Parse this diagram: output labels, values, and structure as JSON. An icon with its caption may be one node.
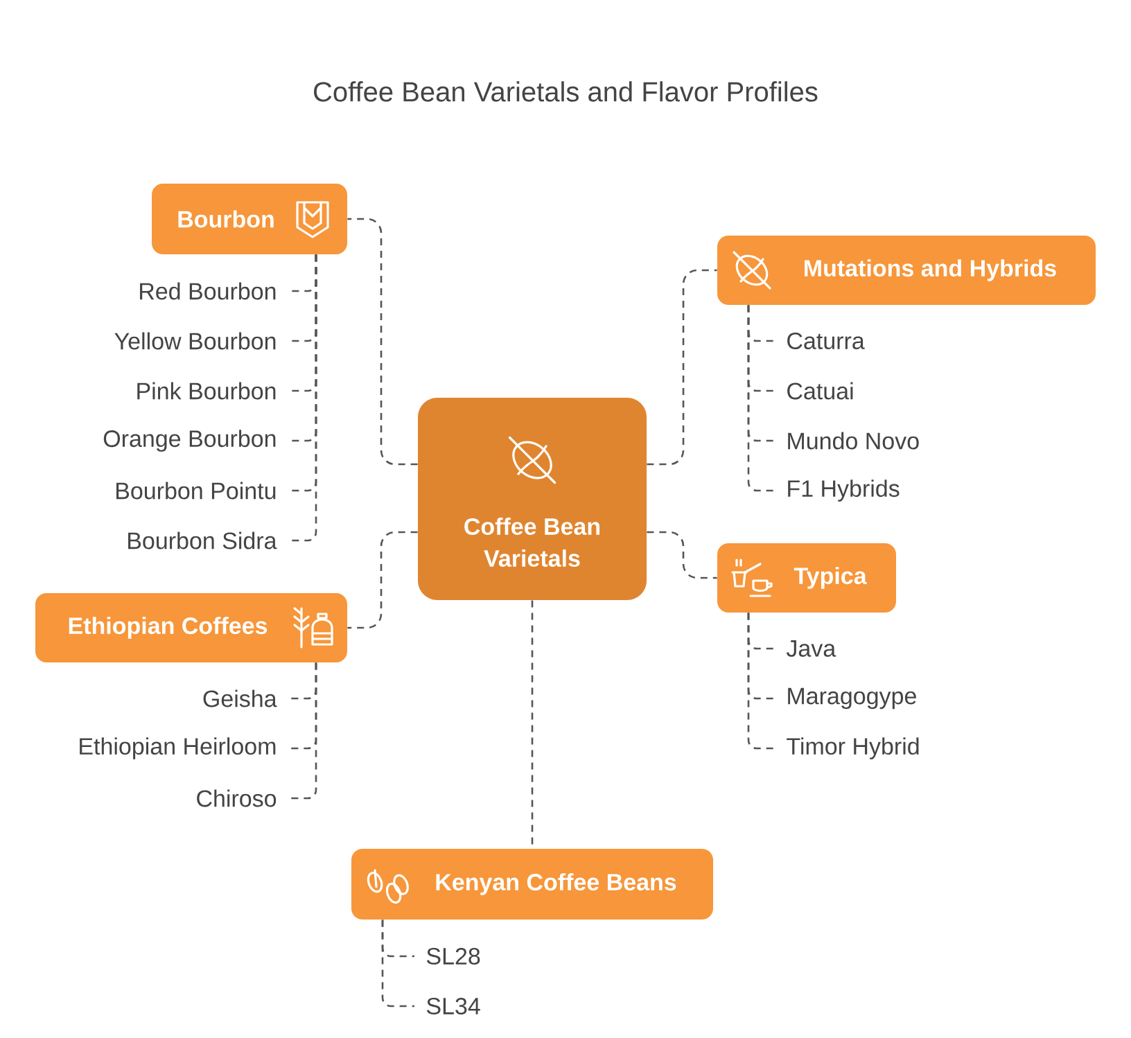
{
  "diagram": {
    "title": "Coffee Bean Varietals and Flavor Profiles",
    "nodes": [
      {
        "text": [
          "Coffee Bean Varietals"
        ]
      },
      {
        "text": [
          "Bourbon"
        ]
      },
      {
        "text": [
          "Red Bourbon"
        ]
      },
      {
        "text": [
          "Yellow Bourbon"
        ]
      },
      {
        "text": [
          "Pink Bourbon"
        ]
      },
      {
        "text": [
          "Orange Bourbon"
        ]
      },
      {
        "text": [
          "Bourbon Pointu"
        ]
      },
      {
        "text": [
          "Bourbon Sidra"
        ]
      },
      {
        "text": [
          "Mutations and Hybrids"
        ]
      },
      {
        "text": [
          "Caturra"
        ]
      },
      {
        "text": [
          "Catuai"
        ]
      },
      {
        "text": [
          "Mundo Novo"
        ]
      },
      {
        "text": [
          "F1 Hybrids"
        ]
      },
      {
        "text": [
          "Typica"
        ]
      },
      {
        "text": [
          "Java"
        ]
      },
      {
        "text": [
          "Maragogype"
        ]
      },
      {
        "text": [
          "Timor Hybrid"
        ]
      },
      {
        "text": [
          "Ethiopian Coffees"
        ]
      },
      {
        "text": [
          "Geisha"
        ]
      },
      {
        "text": [
          "Ethiopian Heirloom"
        ]
      },
      {
        "text": [
          "Chiroso"
        ]
      },
      {
        "text": [
          "Kenyan Coffee Beans"
        ]
      },
      {
        "text": [
          "SL28"
        ]
      },
      {
        "text": [
          "SL34"
        ]
      }
    ],
    "edges": [
      {
        "from": 0,
        "to": 1,
        "arrow": "none"
      },
      {
        "from": 0,
        "to": 8,
        "arrow": "none"
      },
      {
        "from": 0,
        "to": 13,
        "arrow": "none"
      },
      {
        "from": 0,
        "to": 17,
        "arrow": "none"
      },
      {
        "from": 0,
        "to": 21,
        "arrow": "none"
      },
      {
        "from": 1,
        "to": 2,
        "arrow": "none"
      },
      {
        "from": 1,
        "to": 3,
        "arrow": "none"
      },
      {
        "from": 1,
        "to": 4,
        "arrow": "none"
      },
      {
        "from": 1,
        "to": 5,
        "arrow": "none"
      },
      {
        "from": 1,
        "to": 6,
        "arrow": "none"
      },
      {
        "from": 1,
        "to": 7,
        "arrow": "none"
      },
      {
        "from": 8,
        "to": 9,
        "arrow": "none"
      },
      {
        "from": 8,
        "to": 10,
        "arrow": "none"
      },
      {
        "from": 8,
        "to": 11,
        "arrow": "none"
      },
      {
        "from": 8,
        "to": 12,
        "arrow": "none"
      },
      {
        "from": 13,
        "to": 14,
        "arrow": "none"
      },
      {
        "from": 13,
        "to": 15,
        "arrow": "none"
      },
      {
        "from": 13,
        "to": 16,
        "arrow": "none"
      },
      {
        "from": 17,
        "to": 18,
        "arrow": "none"
      },
      {
        "from": 17,
        "to": 19,
        "arrow": "none"
      },
      {
        "from": 17,
        "to": 20,
        "arrow": "none"
      },
      {
        "from": 21,
        "to": 22,
        "arrow": "none"
      },
      {
        "from": 21,
        "to": 23,
        "arrow": "none"
      }
    ]
  }
}
